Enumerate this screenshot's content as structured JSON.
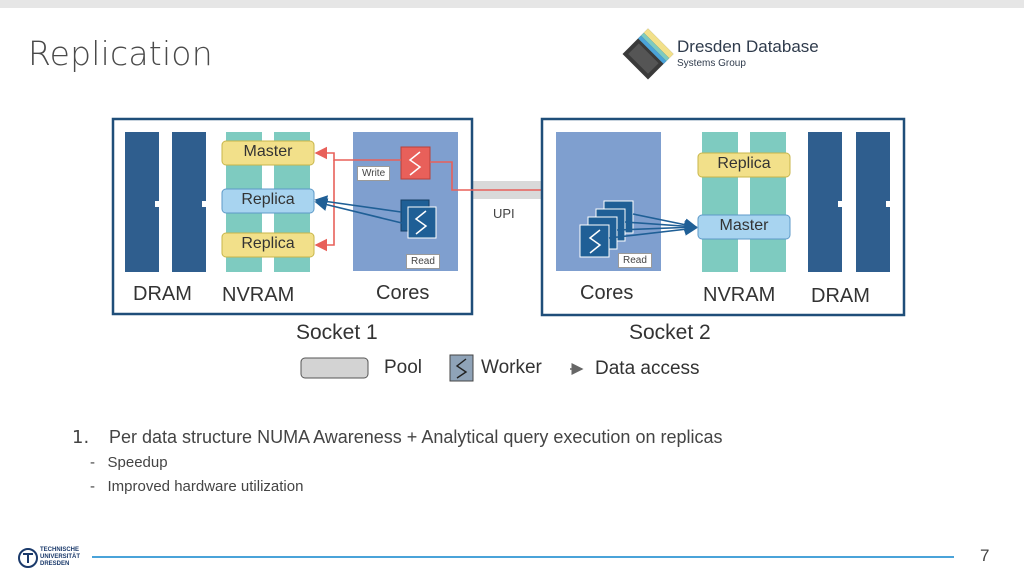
{
  "slide": {
    "title": "Replication",
    "page_number": "7"
  },
  "logo": {
    "name": "Dresden Database",
    "subtitle": "Systems Group"
  },
  "university_logo": {
    "lines": [
      "TECHNISCHE",
      "UNIVERSITÄT",
      "DRESDEN"
    ]
  },
  "diagram": {
    "socket1": {
      "label": "Socket 1",
      "dram_label": "DRAM",
      "nvram_label": "NVRAM",
      "cores_label": "Cores",
      "pools": [
        "Master",
        "Replica",
        "Replica"
      ],
      "write_tag": "Write",
      "read_tag": "Read"
    },
    "socket2": {
      "label": "Socket 2",
      "dram_label": "DRAM",
      "nvram_label": "NVRAM",
      "cores_label": "Cores",
      "pools": [
        "Replica",
        "Master"
      ],
      "read_tag": "Read"
    },
    "interconnect_label": "UPI"
  },
  "legend": {
    "pool": "Pool",
    "worker": "Worker",
    "data_access": "Data access"
  },
  "bullets": {
    "number": "1.",
    "main": "Per data structure NUMA Awareness + Analytical query execution on replicas",
    "sub": [
      "Speedup",
      "Improved hardware utilization"
    ]
  },
  "colors": {
    "dram": "#2f5e8e",
    "nvram": "#7ecbc0",
    "cores_bg": "#7f9fcf",
    "master_pool": "#f2e08a",
    "replica_pool": "#a8d4f0",
    "write_arrow": "#e8605a",
    "read_arrow": "#1f5f96",
    "accent_line": "#4aa3d9"
  }
}
